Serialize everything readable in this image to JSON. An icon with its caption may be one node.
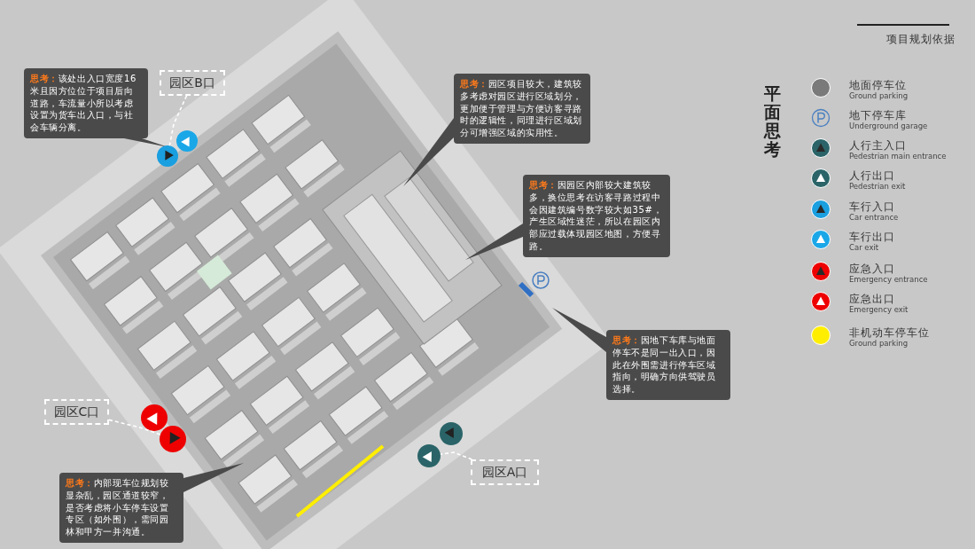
{
  "diagram": {
    "title": "平面思考",
    "nodes": [
      {
        "text": [
          "**思考：**该处出入口宽度16米且因方位位于项目后向道路，车流量小所以考虑设置为货车出入口，与社会车辆分离。"
        ]
      },
      {
        "text": [
          "园区B口"
        ]
      },
      {
        "text": [],
        "shape": "circle"
      },
      {
        "text": [],
        "shape": "circle"
      },
      {
        "text": [
          "**思考：**园区项目较大，建筑较多考虑对园区进行区域划分，更加便于管理与方便访客寻路时的逻辑性，同理进行区域划分可增强区域的实用性。"
        ]
      },
      {
        "text": [
          "**思考：**因园区内部较大建筑较多，换位思考在访客寻路过程中会因建筑编号数字较大如35#，产生区域性迷茫，所以在园区内部应过载体现园区地图，方便寻路。"
        ]
      },
      {
        "text": [
          "**思考：**因地下车库与地面停车不是同一出入口，因此在外围需进行停车区域指向，明确方向供驾驶员选择。"
        ]
      },
      {
        "text": [
          "园区C口"
        ]
      },
      {
        "text": [],
        "shape": "circle"
      },
      {
        "text": [],
        "shape": "circle"
      },
      {
        "text": [
          "园区A口"
        ]
      },
      {
        "text": [],
        "shape": "circle"
      },
      {
        "text": [],
        "shape": "circle"
      },
      {
        "text": [
          "**思考：**内部现车位规划较显杂乱，园区通道较窄，是否考虑将小车停车设置专区（如外围），需同园林和甲方一并沟通。"
        ]
      }
    ],
    "edges": [
      {
        "from": 1,
        "to": 2,
        "arrow": "none",
        "style": "dashed"
      },
      {
        "from": 7,
        "to": 9,
        "arrow": "none",
        "style": "dashed"
      },
      {
        "from": 10,
        "to": 12,
        "arrow": "none",
        "style": "dashed"
      }
    ],
    "labels": [
      "项目规划依据",
      "Ground parking",
      "Underground garage",
      "Pedestrian main entrance",
      "Pedestrian exit",
      "Car entrance",
      "Car exit",
      "Emergency entrance",
      "Emergency exit",
      "Ground parking"
    ],
    "legend": [
      {
        "text": "地面停车位",
        "color": "#7a7a7a"
      },
      {
        "text": "地下停车库",
        "color": "#4a7fc0"
      },
      {
        "text": "人行主入口",
        "color": "#2a6468"
      },
      {
        "text": "人行出口",
        "color": "#2a6468"
      },
      {
        "text": "车行入口",
        "color": "#1a9fe0"
      },
      {
        "text": "车行出口",
        "color": "#1aa7e8"
      },
      {
        "text": "应急入口",
        "color": "#ee0000"
      },
      {
        "text": "应急出口",
        "color": "#ee0000"
      },
      {
        "text": "非机动车停车位",
        "color": "#ffee00"
      }
    ]
  }
}
